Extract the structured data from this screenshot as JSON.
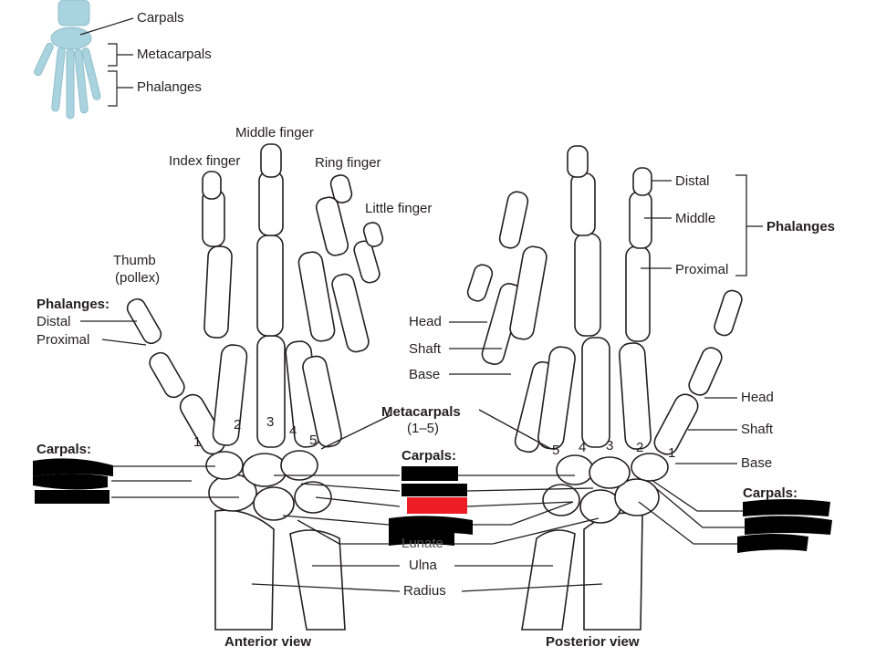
{
  "inset": {
    "carpals": "Carpals",
    "metacarpals": "Metacarpals",
    "phalanges": "Phalanges"
  },
  "anterior": {
    "index_finger": "Index finger",
    "middle_finger": "Middle finger",
    "ring_finger": "Ring finger",
    "little_finger": "Little finger",
    "thumb": "Thumb",
    "pollex": "(pollex)",
    "phalanges_heading": "Phalanges:",
    "distal": "Distal",
    "proximal": "Proximal",
    "carpals_heading": "Carpals:",
    "metacarpal_numbers": [
      "1",
      "2",
      "3",
      "4",
      "5"
    ],
    "view_title": "Anterior view"
  },
  "center": {
    "metacarpals": "Metacarpals",
    "metacarpals_range": "(1–5)",
    "carpals_heading": "Carpals:",
    "lunate": "Lunate",
    "ulna": "Ulna",
    "radius": "Radius"
  },
  "posterior": {
    "distal": "Distal",
    "middle": "Middle",
    "proximal": "Proximal",
    "phalanges_heading": "Phalanges",
    "head_left": "Head",
    "shaft_left": "Shaft",
    "base_left": "Base",
    "head_right": "Head",
    "shaft_right": "Shaft",
    "base_right": "Base",
    "carpals_heading": "Carpals:",
    "metacarpal_numbers": [
      "5",
      "4",
      "3",
      "2",
      "1"
    ],
    "view_title": "Posterior view"
  },
  "colors": {
    "bone_fill": "#ffffff",
    "bone_stroke": "#231f20",
    "inset_bone": "#a9d3de",
    "redaction": "#000000",
    "highlight": "#ee1c25"
  }
}
